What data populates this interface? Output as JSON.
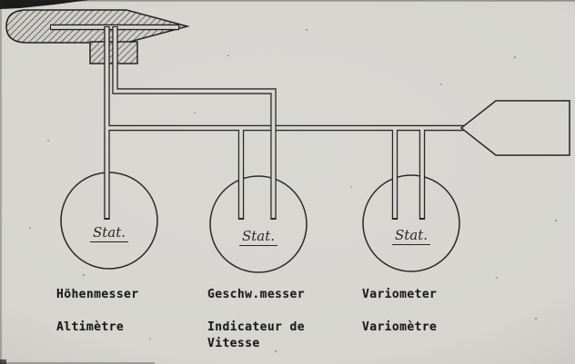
{
  "colors": {
    "paper": "#d6d5d0",
    "ink": "#1f1f1f"
  },
  "instruments": [
    {
      "dial_label": "Stat.",
      "label_de": "Höhenmesser",
      "label_fr": "Altimètre"
    },
    {
      "dial_label": "Stat.",
      "label_de": "Geschw.messer",
      "label_fr_line1": "Indicateur de",
      "label_fr_line2": "Vitesse"
    },
    {
      "dial_label": "Stat.",
      "label_de": "Variometer",
      "label_fr": "Variomètre"
    }
  ],
  "shapes": {
    "probe": "pitot-static-probe-icon",
    "mount": "probe-mount-block-icon",
    "flask": "capacity-flask-icon",
    "lines": [
      "static-pressure-line",
      "pitot-pressure-line"
    ]
  }
}
